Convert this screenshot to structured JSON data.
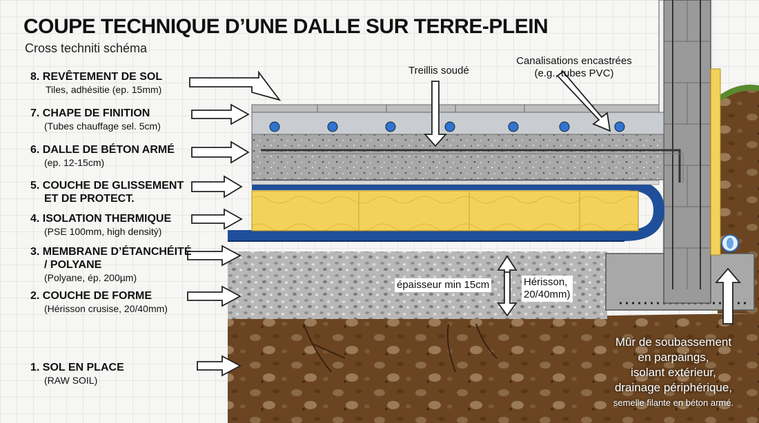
{
  "title": "COUPE TECHNIQUE D’UNE DALLE SUR TERRE-PLEIN",
  "subtitle": "Cross techniti schéma",
  "layers": [
    {
      "num_title": "8. REVÊTEMENT DE SOL",
      "detail": "Tiles, adhésitie (ep. 15mm)"
    },
    {
      "num_title": "7. CHAPE DE FINITION",
      "detail": "(Tubes chauffage sel. 5cm)"
    },
    {
      "num_title": "6. DALLE DE BÉTON ARMÉ",
      "detail": "(ep. 12-15cm)"
    },
    {
      "num_title": "5. COUCHE DE GLISSEMENT",
      "num_title2": "ET DE PROTECT."
    },
    {
      "num_title": "4. ISOLATION THERMIQUE",
      "detail": "(PSE 100mm, high densitý)"
    },
    {
      "num_title": "3. MEMBRANE D’ÉTANCHÉITÉ",
      "num_title2": "/ POLYANE",
      "detail": "(Polyane, ép. 200µm)"
    },
    {
      "num_title": "2. COUCHE DE FORME",
      "detail": "(Hérisson crusise, 20/40mm)"
    },
    {
      "num_title": "1. SOL EN PLACE",
      "detail": "(RAW SOIL)"
    }
  ],
  "callouts": {
    "mesh": "Treillis soudé",
    "pipes_line1": "Canalisations encastrées",
    "pipes_line2": "(e.g., tubes PVC)",
    "thickness": "épaisseur min 15cm",
    "herisson_line1": "Hérisson,",
    "herisson_line2": "20/40mm)"
  },
  "wall_note": {
    "line1": "Mûr de soubassement",
    "line2": "en parpaings,",
    "line3": "isolant extérieur,",
    "line4": "drainage périphérique,",
    "line5": "semelle filante en béton armé."
  },
  "colors": {
    "soil": "#6b4522",
    "gravel": "#b9b9b9",
    "concrete": "#a9a9a9",
    "insulation": "#f2d25a",
    "membrane": "#1f4f9a",
    "screed": "#c9cdd2",
    "tile": "#bdbdbd",
    "wall": "#9a9a9a",
    "grass": "#5a8a2e"
  }
}
